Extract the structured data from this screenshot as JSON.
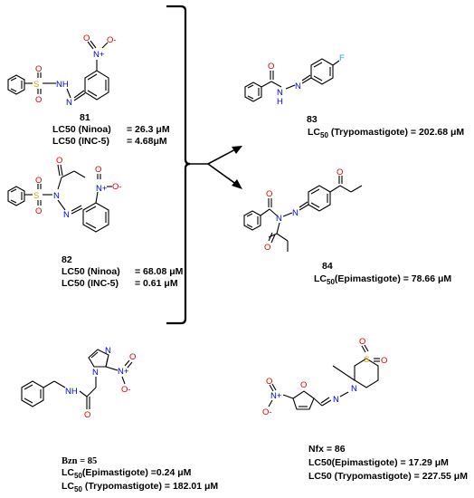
{
  "compounds": {
    "c81": {
      "id": "81",
      "line1_label": "LC50 (Ninoa)",
      "line1_value": "= 26.3 μM",
      "line2_label": "LC50 (INC-5)",
      "line2_value": "= 4.68μM"
    },
    "c82": {
      "id": "82",
      "line1_label": "LC50 (Ninoa)",
      "line1_value": "= 68.08 μM",
      "line2_label": "LC50 (INC-5)",
      "line2_value": "= 0.61 μM"
    },
    "c83": {
      "id": "83",
      "lc": "LC",
      "sub": "50",
      "assay": " (Trypomastigote) = 202.68  μM"
    },
    "c84": {
      "id": "84",
      "lc": "LC",
      "sub": "50",
      "assay": "(Epimastigote) = 78.66 μM"
    },
    "bzn": {
      "name": "Bzn = 85",
      "line1_lc": "LC",
      "line1_sub": "50",
      "line1_rest": "(Epimastigote) =0.24 μM",
      "line2_lc": "LC",
      "line2_sub": "50",
      "line2_rest": " (Trypomastigote) = 182.01  μM"
    },
    "nfx": {
      "name": "Nfx = 86",
      "line1_rest": "LC50(Epimastigote) = 17.29 μM",
      "line2_rest": "LC50 (Trypomastigote) = 227.55 μM"
    }
  },
  "atoms": {
    "O": "O",
    "N": "N",
    "S": "S",
    "F": "F",
    "H": "H",
    "NH": "NH",
    "NO2_minus": "O-",
    "N_plus": "N+",
    "NH_N": "N"
  },
  "colors": {
    "oxygen": "#e00000",
    "nitrogen": "#0000e0",
    "sulfur": "#c8a800",
    "fluorine": "#2aa0d0"
  }
}
